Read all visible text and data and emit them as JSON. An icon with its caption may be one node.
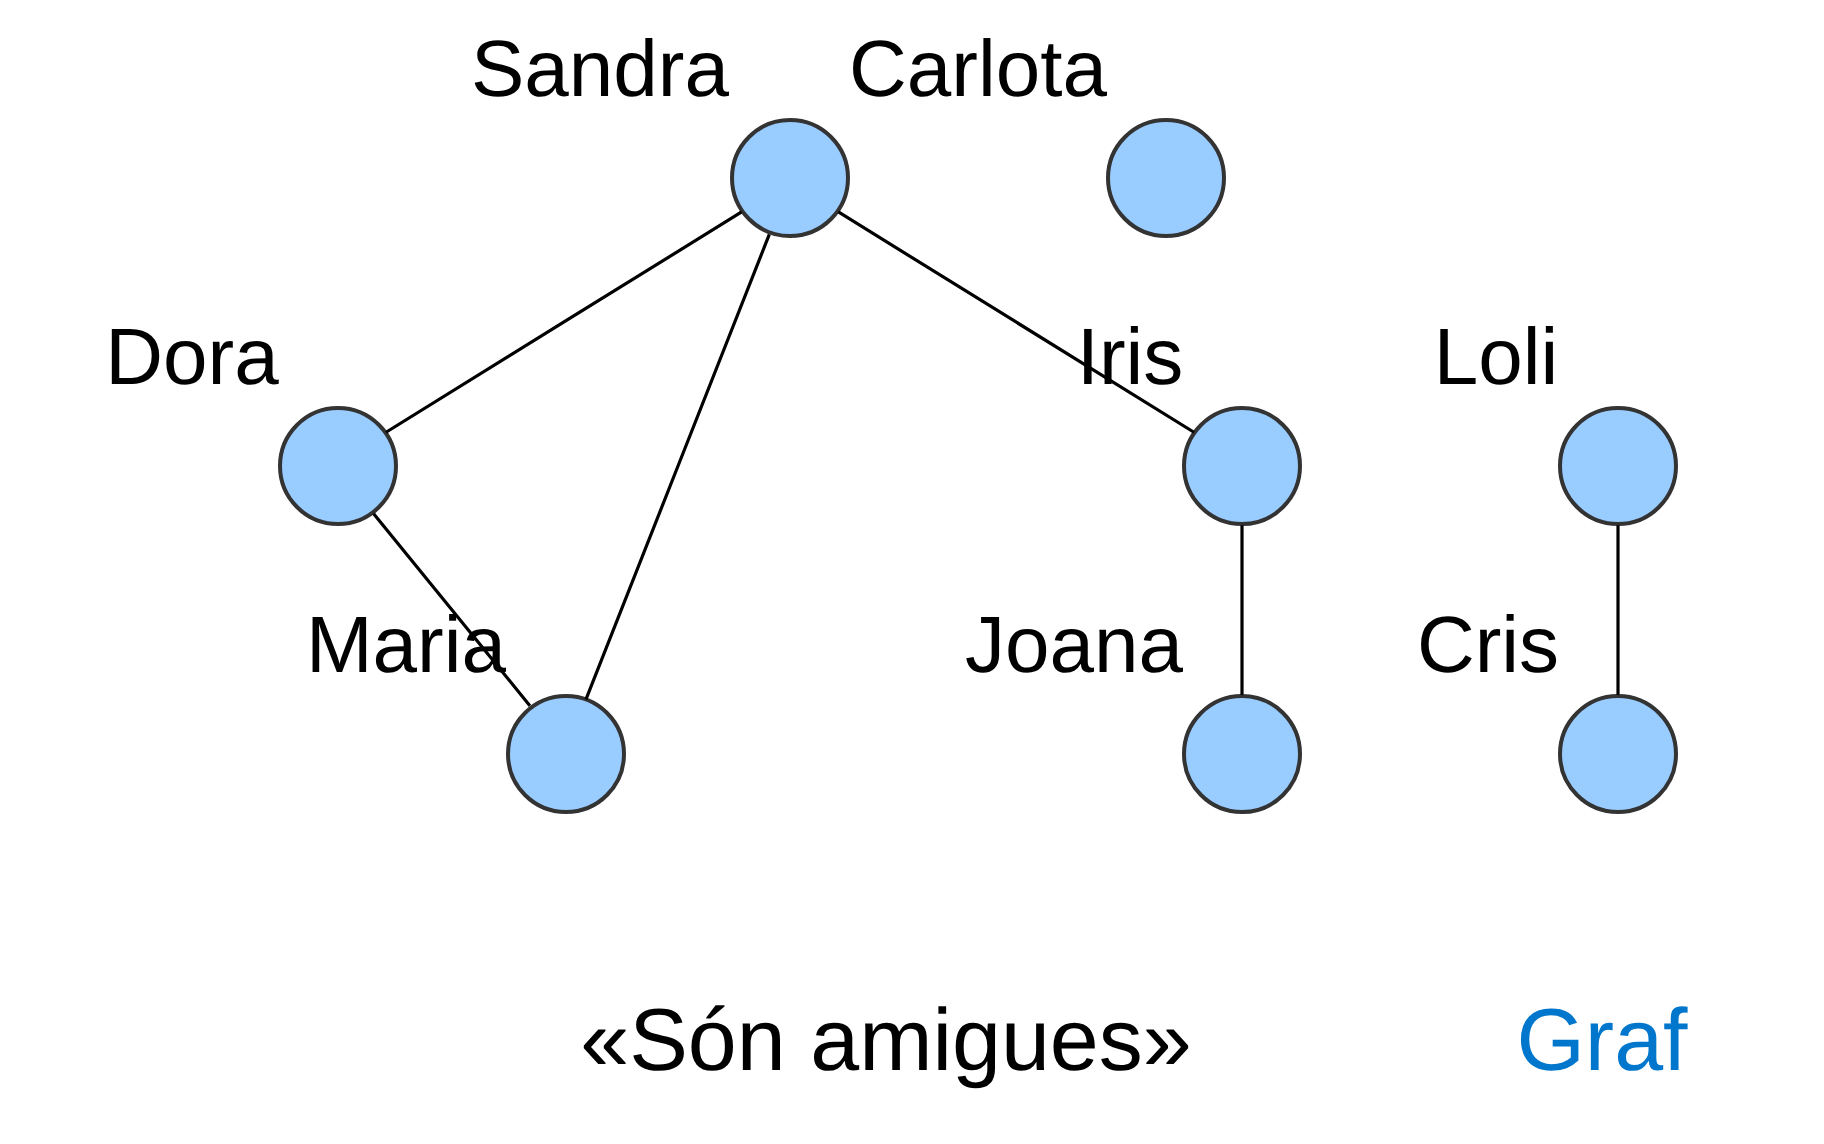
{
  "diagram": {
    "nodes": [
      {
        "text": [],
        "shape": "circle",
        "beside": [
          "Sandra"
        ]
      },
      {
        "text": [],
        "shape": "circle",
        "beside": [
          "Loli"
        ]
      },
      {
        "text": [],
        "shape": "circle",
        "beside": [
          "Cris"
        ]
      },
      {
        "text": [],
        "shape": "circle",
        "beside": [
          "Carlota"
        ]
      },
      {
        "text": [],
        "shape": "circle",
        "beside": [
          "Dora"
        ]
      },
      {
        "text": [],
        "shape": "circle",
        "beside": [
          "Iris"
        ]
      },
      {
        "text": [],
        "shape": "circle",
        "beside": [
          "Maria"
        ]
      },
      {
        "text": [],
        "shape": "circle",
        "beside": [
          "Joana"
        ]
      }
    ],
    "edges": [
      {
        "from": 0,
        "to": 4,
        "arrow": "none"
      },
      {
        "from": 0,
        "to": 6,
        "arrow": "none"
      },
      {
        "from": 0,
        "to": 5,
        "arrow": "none"
      },
      {
        "from": 4,
        "to": 6,
        "arrow": "none"
      },
      {
        "from": 5,
        "to": 7,
        "arrow": "none"
      },
      {
        "from": 1,
        "to": 2,
        "arrow": "none"
      }
    ],
    "labels": [
      "«Són amigues»",
      "Graf"
    ]
  }
}
